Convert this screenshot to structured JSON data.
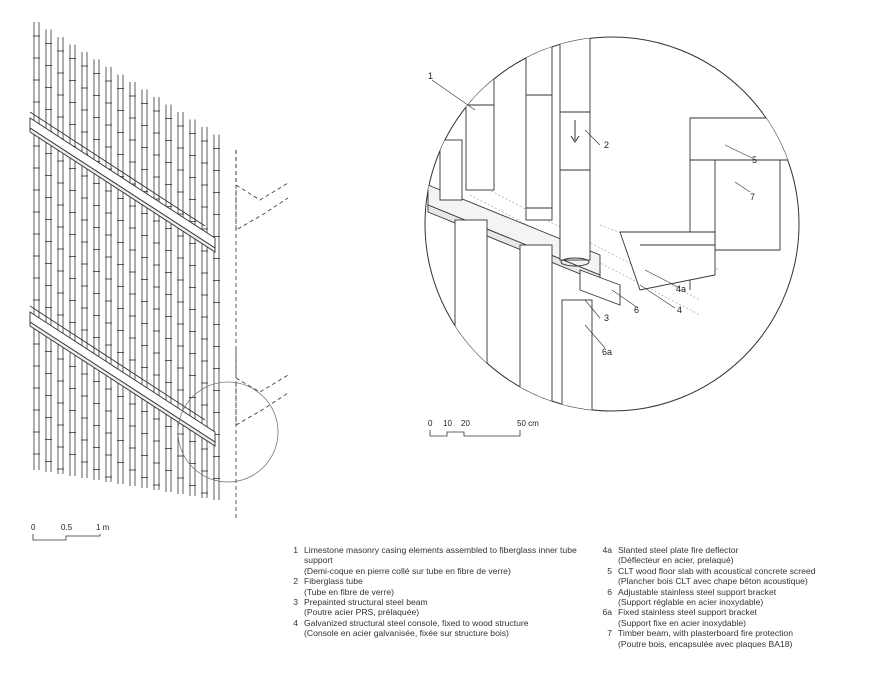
{
  "callouts": [
    "1",
    "2",
    "3",
    "4",
    "4a",
    "5",
    "6",
    "6a",
    "7"
  ],
  "scale_left": {
    "ticks": [
      "0",
      "0.5",
      "1 m"
    ]
  },
  "scale_right": {
    "ticks": [
      "0",
      "10",
      "20",
      "50 cm"
    ]
  },
  "legend": [
    {
      "num": "1",
      "en": "Limestone masonry casing elements assembled to fiberglass inner tube support",
      "fr": "(Demi-coque en pierre collé sur tube en fibre de verre)"
    },
    {
      "num": "2",
      "en": "Fiberglass tube",
      "fr": "(Tube en fibre de verre)"
    },
    {
      "num": "3",
      "en": "Prepainted structural steel beam",
      "fr": "(Poutre acier PRS, prélaquée)"
    },
    {
      "num": "4",
      "en": "Galvanized structural steel console, fixed to wood structure",
      "fr": "(Console en acier galvanisée, fixée sur structure bois)"
    },
    {
      "num": "4a",
      "en": "Slanted steel plate fire deflector",
      "fr": "(Déflecteur en acier, prelaqué)"
    },
    {
      "num": "5",
      "en": "CLT wood floor slab with acoustical concrete screed",
      "fr": "(Plancher bois CLT avec chape béton acoustique)"
    },
    {
      "num": "6",
      "en": "Adjustable stainless steel support bracket",
      "fr": "(Support réglable en acier inoxydable)"
    },
    {
      "num": "6a",
      "en": "Fixed stainless steel support bracket",
      "fr": "(Support fixe en acier inoxydable)"
    },
    {
      "num": "7",
      "en": "Timber beam, with plasterboard fire protection",
      "fr": "(Poutre bois, encapsulée avec plaques BA18)"
    }
  ]
}
